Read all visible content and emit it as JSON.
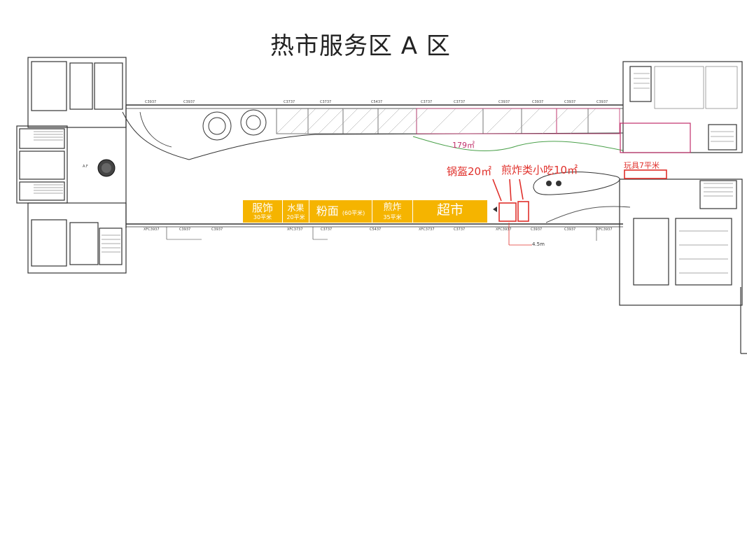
{
  "title": "热市服务区 A 区",
  "shops": [
    {
      "name": "服饰",
      "area": "30平米"
    },
    {
      "name": "水果",
      "area": "20平米"
    },
    {
      "name": "粉面",
      "area": "(60平米)"
    },
    {
      "name": "煎炸",
      "area": "35平米"
    },
    {
      "name": "超市",
      "area": ""
    }
  ],
  "callouts": {
    "pot": "锅盔20㎡",
    "fried": "煎炸类小吃10㎡",
    "toys": "玩具7平米",
    "dim": "4.5m"
  },
  "area_label": "179㎡",
  "misc_labels": {
    "af": "A.F",
    "door_codes_top": [
      "C3937",
      "C3937",
      "C3737",
      "C3737",
      "C5437",
      "C3737",
      "C3737",
      "C3937",
      "C3937",
      "C3937",
      "C3937"
    ],
    "door_codes_bottom": [
      "XFC3937",
      "C3937",
      "C3937",
      "XFC3737",
      "C3737",
      "C5437",
      "XFC3737",
      "C3737",
      "XFC3937",
      "C3937",
      "C3937",
      "XFC3937"
    ]
  },
  "colors": {
    "shop_fill": "#f5b400",
    "callout": "#e0302b",
    "area_outline": "#c0306a"
  }
}
